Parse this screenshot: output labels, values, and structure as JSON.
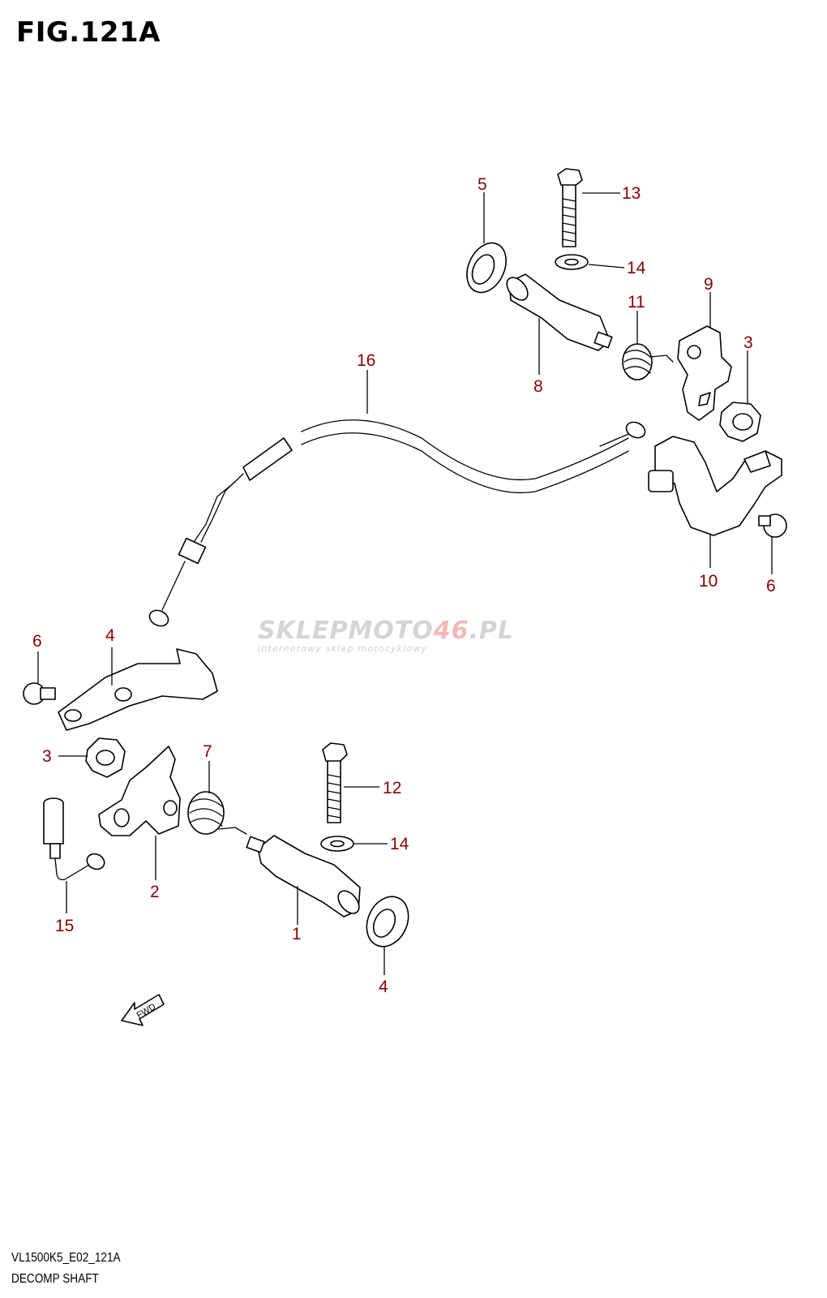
{
  "figure": {
    "title": "FIG.121A",
    "code": "VL1500K5_E02_121A",
    "name": "DECOMP SHAFT"
  },
  "watermark": {
    "brand_a": "SKLEP",
    "brand_b": "MOTO",
    "brand_c": "46",
    "brand_d": ".PL",
    "tagline": "internetowy sklep motocyklowy"
  },
  "direction_label": "FWD",
  "callouts": [
    "1",
    "2",
    "3",
    "3",
    "4",
    "4",
    "5",
    "6",
    "6",
    "7",
    "8",
    "9",
    "10",
    "11",
    "12",
    "13",
    "14",
    "14",
    "15",
    "16"
  ],
  "colors": {
    "callout": "#8b0000",
    "line": "#000000",
    "watermark": "#d4d4d4"
  }
}
